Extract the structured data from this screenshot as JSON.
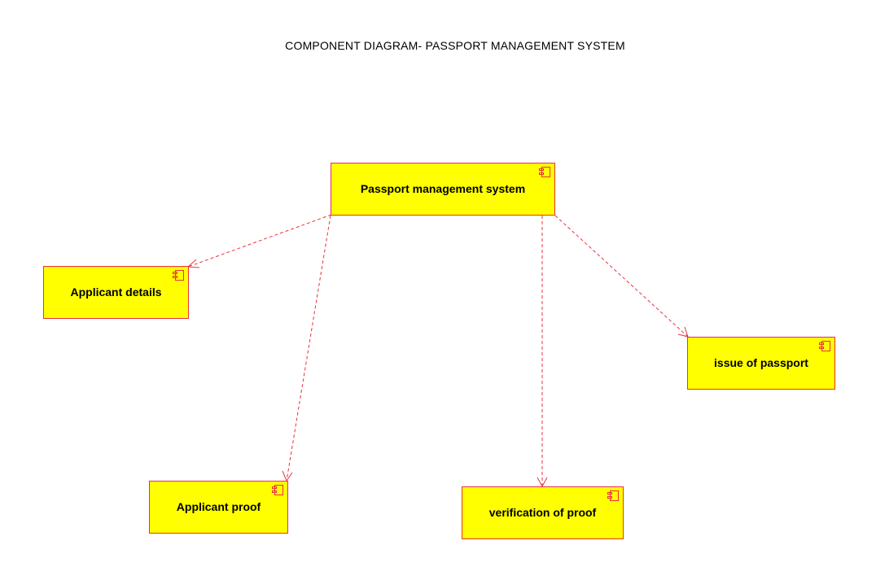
{
  "diagram": {
    "title": "COMPONENT DIAGRAM- PASSPORT MANAGEMENT SYSTEM",
    "colors": {
      "component_fill": "#ffff00",
      "component_border": "#e8323c",
      "edge": "#e8323c"
    },
    "components": {
      "main": {
        "label": "Passport management system"
      },
      "applicant_details": {
        "label": "Applicant details"
      },
      "applicant_proof": {
        "label": "Applicant proof"
      },
      "verification_of_proof": {
        "label": "verification of proof"
      },
      "issue_of_passport": {
        "label": "issue of passport"
      }
    },
    "dependencies": [
      {
        "from": "main",
        "to": "applicant_details",
        "style": "dashed-arrow"
      },
      {
        "from": "main",
        "to": "applicant_proof",
        "style": "dashed-arrow"
      },
      {
        "from": "main",
        "to": "verification_of_proof",
        "style": "dashed-arrow"
      },
      {
        "from": "main",
        "to": "issue_of_passport",
        "style": "dashed-arrow"
      }
    ]
  }
}
